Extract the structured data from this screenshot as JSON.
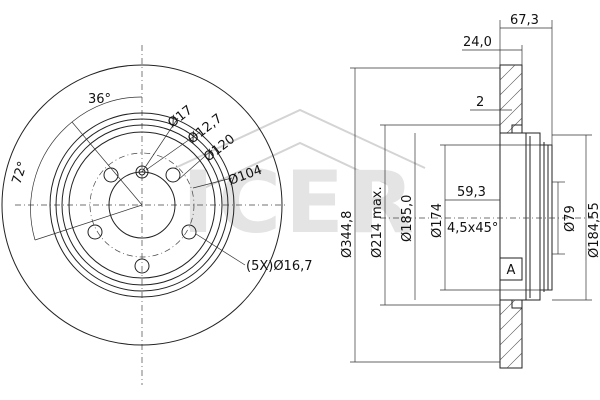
{
  "front_view": {
    "angle_pitch": "36°",
    "angle_bolt": "72°",
    "dia_17": "Ø17",
    "dia_12_7": "Ø12,7",
    "dia_120": "Ø120",
    "dia_104": "Ø104",
    "holes": "(5X)Ø16,7"
  },
  "side_view": {
    "overall_width": "67,3",
    "disc_thickness": "24,0",
    "offset_2": "2",
    "dia_344_8": "Ø344,8",
    "dia_214": "Ø214 max.",
    "dia_185": "Ø185,0",
    "dia_174": "Ø174",
    "height_59_3": "59,3",
    "chamfer": "4,5x45°",
    "datum": "A",
    "dia_79": "Ø79",
    "dia_184_55": "Ø184,55"
  },
  "watermark": {
    "brand": "ICER",
    "color": "#d4d4d4"
  }
}
